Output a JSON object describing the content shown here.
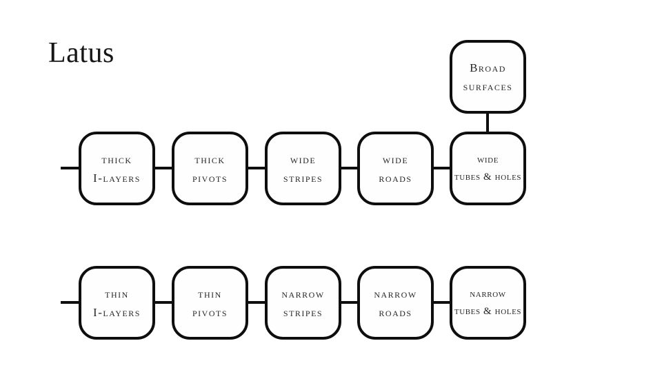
{
  "title": "Latus",
  "colors": {
    "background": "#ffffff",
    "line": "#0e0e0e",
    "text": "#272727",
    "title_text": "#161616"
  },
  "diagram": {
    "branch_box": {
      "line1": "Broad",
      "line2": "surfaces"
    },
    "row1": [
      {
        "line1": "thick",
        "line2": "I-layers"
      },
      {
        "line1": "thick",
        "line2": "pivots"
      },
      {
        "line1": "wide",
        "line2": "stripes"
      },
      {
        "line1": "wide",
        "line2": "roads"
      },
      {
        "line1": "wide",
        "line2": "tubes & holes"
      }
    ],
    "row2": [
      {
        "line1": "thin",
        "line2": "I-layers"
      },
      {
        "line1": "thin",
        "line2": "pivots"
      },
      {
        "line1": "narrow",
        "line2": "stripes"
      },
      {
        "line1": "narrow",
        "line2": "roads"
      },
      {
        "line1": "narrow",
        "line2": "tubes & holes"
      }
    ]
  }
}
